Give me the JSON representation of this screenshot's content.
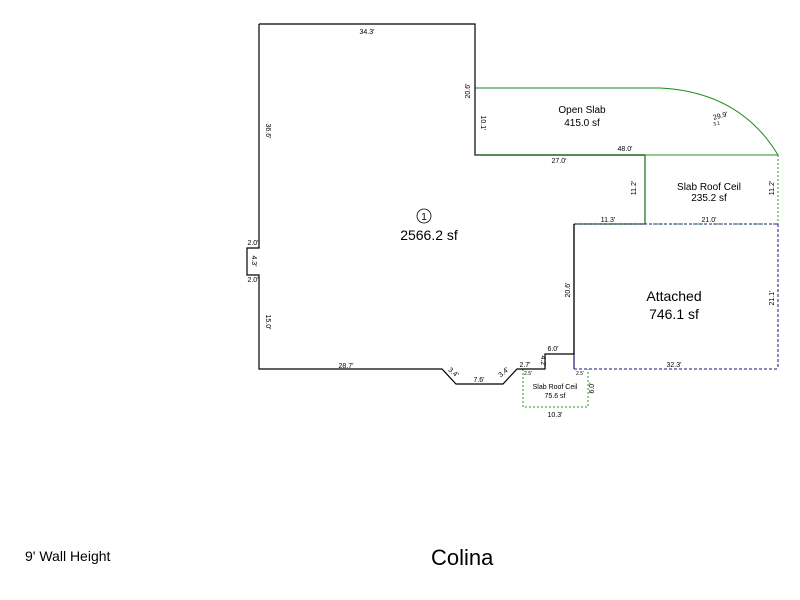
{
  "footer": {
    "wall_height": "9' Wall Height",
    "title": "Colina"
  },
  "areas": {
    "main": {
      "id": "1",
      "sf": "2566.2 sf"
    },
    "open_slab": {
      "name": "Open Slab",
      "sf": "415.0 sf"
    },
    "slab_roof_ceil_large": {
      "name": "Slab Roof Ceil",
      "sf": "235.2 sf"
    },
    "attached": {
      "name": "Attached",
      "sf": "746.1 sf"
    },
    "slab_roof_ceil_small": {
      "name": "Slab Roof Ceil",
      "sf": "75.6 sf"
    }
  },
  "dims": {
    "top": "34.3'",
    "left_upper": "36.6'",
    "left_notch_top": "2.0'",
    "left_notch_mid": "4.3'",
    "left_notch_bottom": "2.0'",
    "left_lower": "15.0'",
    "bottom_main": "28.7'",
    "bottom_diag1": "3.4'",
    "bottom_mid": "7.6'",
    "bottom_diag2": "3.4'",
    "step_a": "2.7'",
    "step_b": "4.2'",
    "step_c": "6.0'",
    "main_right_upper": "20.6'",
    "main_right_upper_inner": "10.1'",
    "slab_bottom_inner": "27.0'",
    "slab_bottom_outer": "48.0'",
    "slab_arc": "29.9'",
    "slab_arc_sub": "3.1",
    "roof_left": "11.2'",
    "roof_right": "11.2'",
    "roof_bottom_left": "11.3'",
    "roof_bottom": "21.0'",
    "attached_left": "20.6'",
    "attached_right": "21.1'",
    "attached_bottom": "32.3'",
    "small_left_top": "2.5'",
    "small_right_top": "2.5'",
    "small_right": "6.0'",
    "small_bottom": "10.3'"
  },
  "colors": {
    "wall": "#000000",
    "slab": "#1a8a1a",
    "attached": "#1a1a7a",
    "dashed_green": "#2a9a2a"
  }
}
